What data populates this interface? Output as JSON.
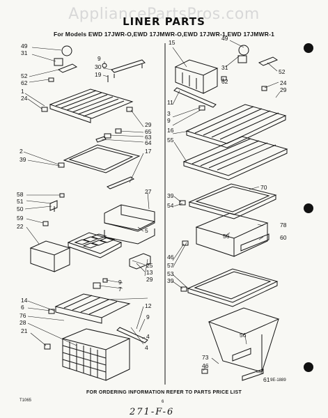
{
  "watermark": "AppliancePartsPros.com",
  "title": "LINER PARTS",
  "subtitle": "For Models EWD 17JWR-O,EWD 17JMWR-O,EWD 17JWR-1,EWD 17JMWR-1",
  "footer": "FOR ORDERING INFORMATION REFER TO PARTS PRICE LIST",
  "doc_code": "T1065",
  "page_number": "6",
  "figure_code": "9E-1889",
  "handwritten_note": "271-F-6",
  "callouts_left": [
    "49",
    "31",
    "9",
    "30",
    "19",
    "52",
    "62",
    "1",
    "24",
    "29",
    "65",
    "63",
    "64",
    "17",
    "2",
    "39",
    "27",
    "58",
    "51",
    "50",
    "59",
    "22",
    "5",
    "25",
    "13",
    "9",
    "7",
    "29",
    "14",
    "6",
    "76",
    "28",
    "21",
    "12",
    "9",
    "4",
    "4"
  ],
  "callouts_right": [
    "15",
    "49",
    "31",
    "52",
    "62",
    "24",
    "29",
    "11",
    "3",
    "9",
    "16",
    "55",
    "39",
    "54",
    "70",
    "78",
    "56",
    "60",
    "46",
    "57",
    "53",
    "39",
    "56",
    "73",
    "46",
    "61"
  ]
}
